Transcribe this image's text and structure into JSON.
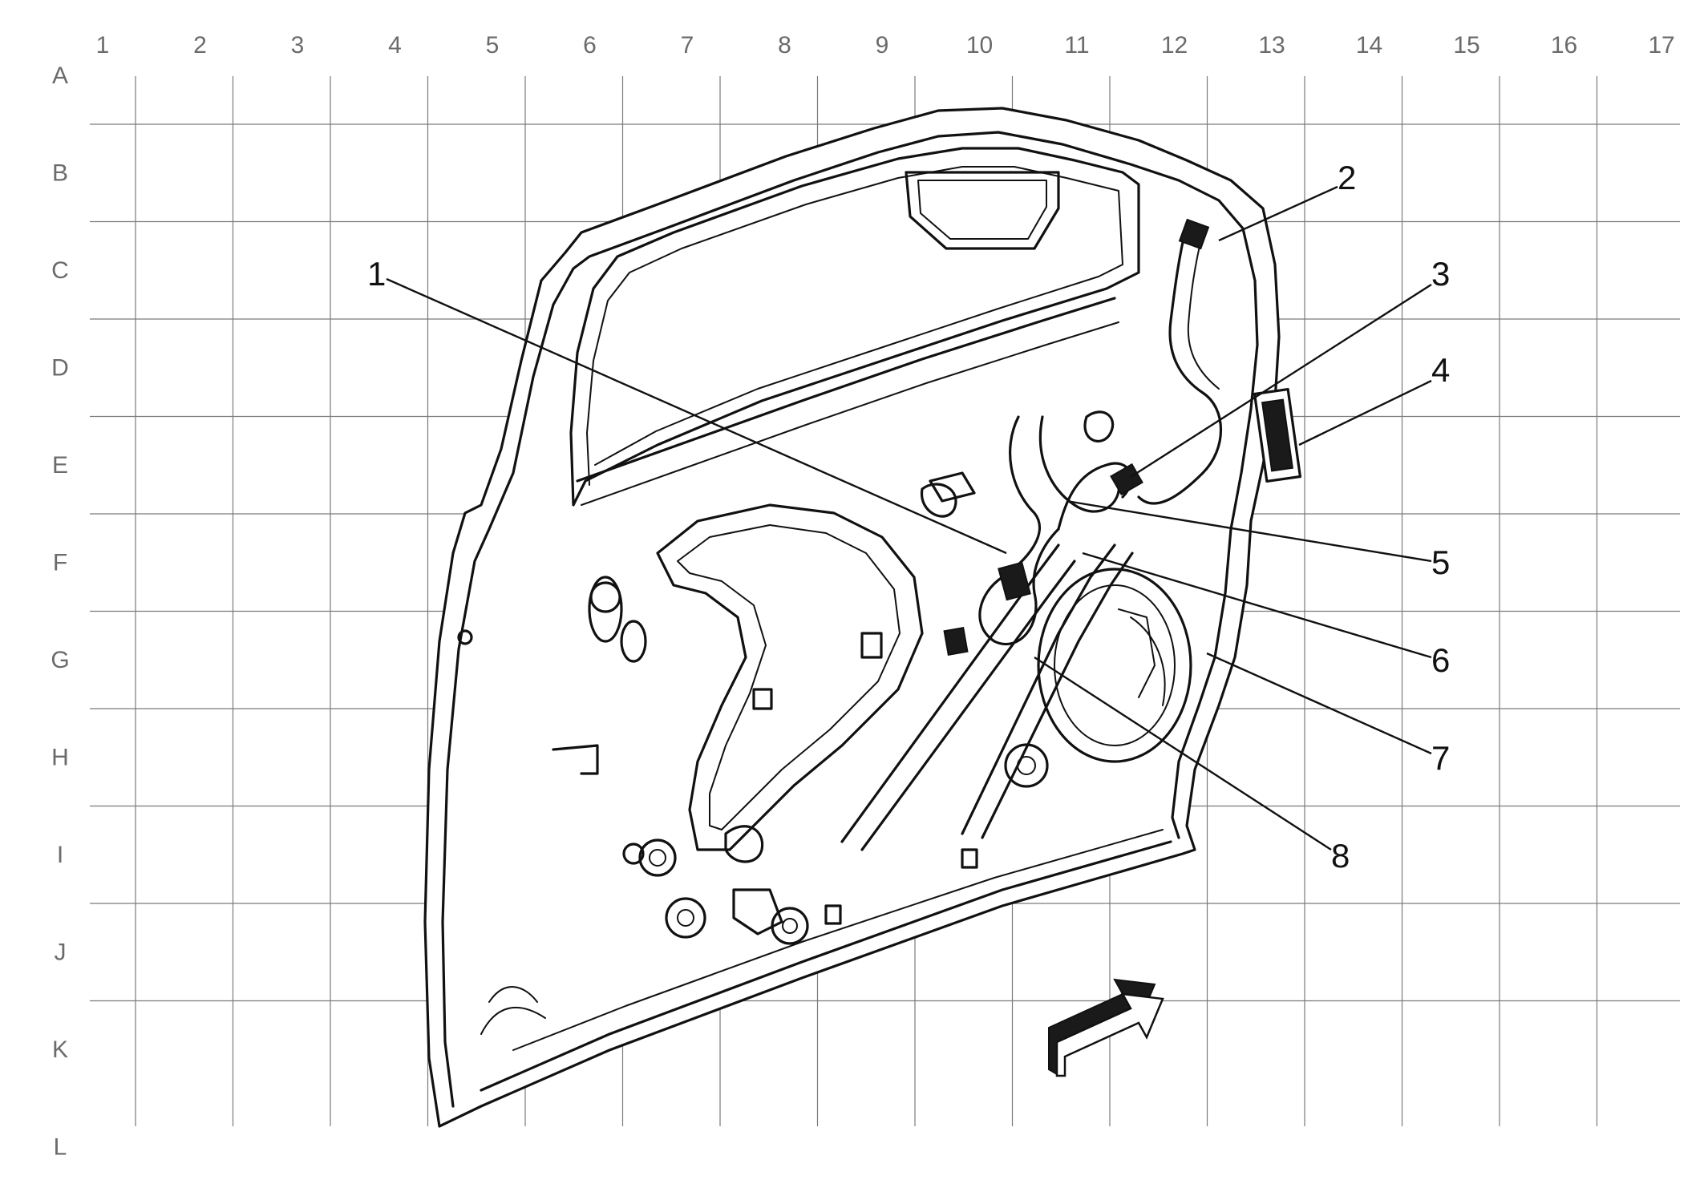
{
  "grid": {
    "columns": [
      "1",
      "2",
      "3",
      "4",
      "5",
      "6",
      "7",
      "8",
      "9",
      "10",
      "11",
      "12",
      "13",
      "14",
      "15",
      "16",
      "17"
    ],
    "rows": [
      "A",
      "B",
      "C",
      "D",
      "E",
      "F",
      "G",
      "H",
      "I",
      "J",
      "K",
      "L"
    ]
  },
  "callouts": [
    {
      "label": "1"
    },
    {
      "label": "2"
    },
    {
      "label": "3"
    },
    {
      "label": "4"
    },
    {
      "label": "5"
    },
    {
      "label": "6"
    },
    {
      "label": "7"
    },
    {
      "label": "8"
    }
  ],
  "icons": {
    "direction_arrow": "forward-arrow-icon"
  }
}
